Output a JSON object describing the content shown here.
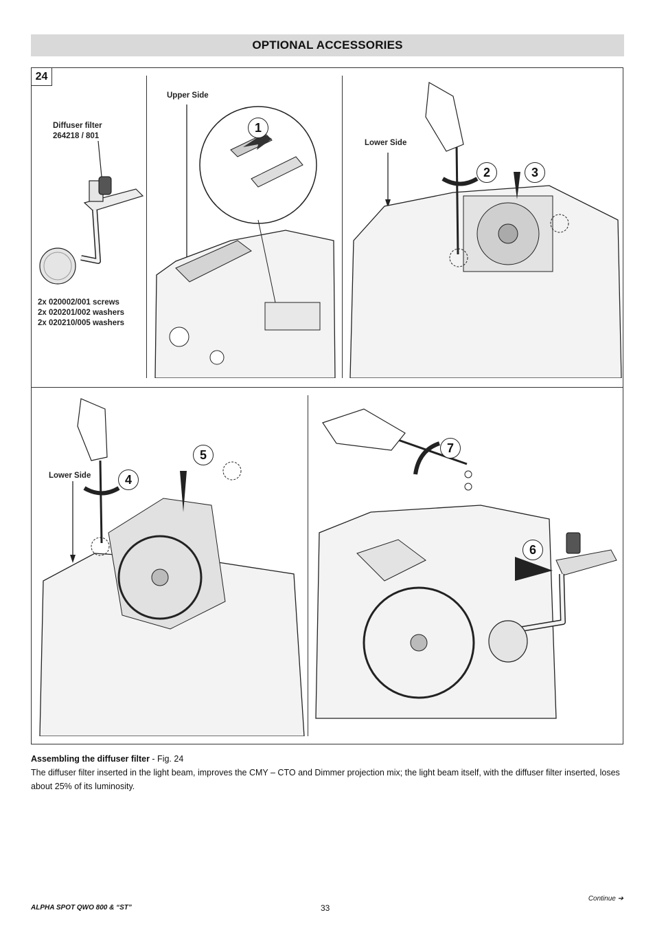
{
  "header": {
    "title": "OPTIONAL ACCESSORIES"
  },
  "figure": {
    "number": "24",
    "labels": {
      "part_name": "Diffuser filter",
      "part_code": "264218 / 801",
      "hardware": [
        "2x 020002/001 screws",
        "2x 020201/002 washers",
        "2x 020210/005 washers"
      ],
      "upper_side": "Upper Side",
      "lower_side_1": "Lower Side",
      "lower_side_2": "Lower Side"
    },
    "callouts": [
      "1",
      "2",
      "3",
      "4",
      "5",
      "6",
      "7"
    ]
  },
  "caption": {
    "title": "Assembling the diffuser filter",
    "ref": " - Fig. 24",
    "body": "The diffuser filter inserted in the light beam, improves the CMY – CTO and Dimmer projection mix; the light beam itself, with the diffuser filter inserted, loses about 25% of its luminosity."
  },
  "footer": {
    "product": "ALPHA SPOT QWO 800 & “ST”",
    "page": "33",
    "continue": "Continue ➔"
  }
}
